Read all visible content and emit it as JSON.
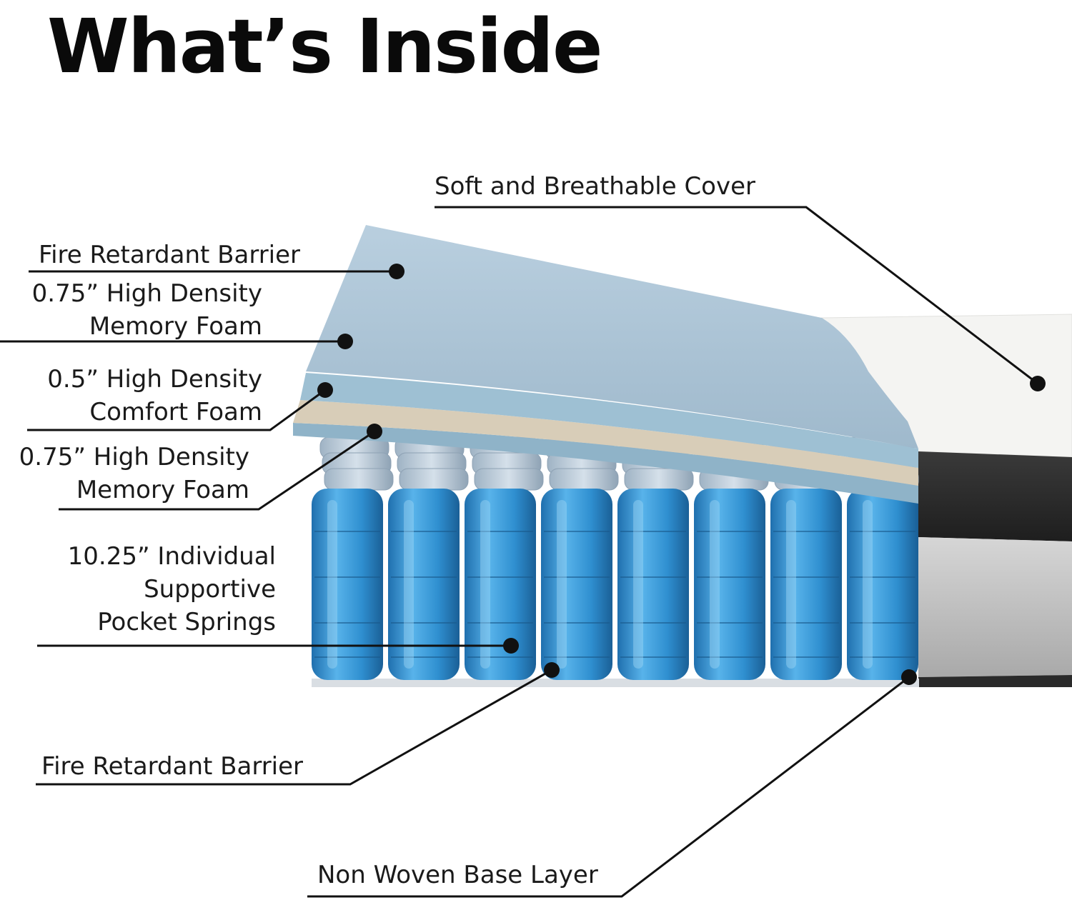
{
  "title": "What’s Inside",
  "labels": {
    "cover": "Soft and Breathable Cover",
    "fire_top": "Fire Retardant Barrier",
    "memory_top_1": "0.75” High Density",
    "memory_top_2": "Memory Foam",
    "comfort_1": "0.5” High Density",
    "comfort_2": "Comfort Foam",
    "memory_bottom_1": "0.75” High Density",
    "memory_bottom_2": "Memory Foam",
    "springs_1": "10.25” Individual",
    "springs_2": "Supportive",
    "springs_3": "Pocket Springs",
    "fire_bottom": "Fire Retardant Barrier",
    "base": "Non Woven Base Layer"
  },
  "colors": {
    "text": "#1a1a1a",
    "callout_line": "#111111",
    "spring_blue": "#2f8fd0",
    "foam_blue": "#a9c4d6",
    "comfort_beige": "#d8cdb8",
    "cover_white": "#f4f4f2",
    "side_dark": "#2c2c2c",
    "side_grey": "#bfbfbf"
  }
}
